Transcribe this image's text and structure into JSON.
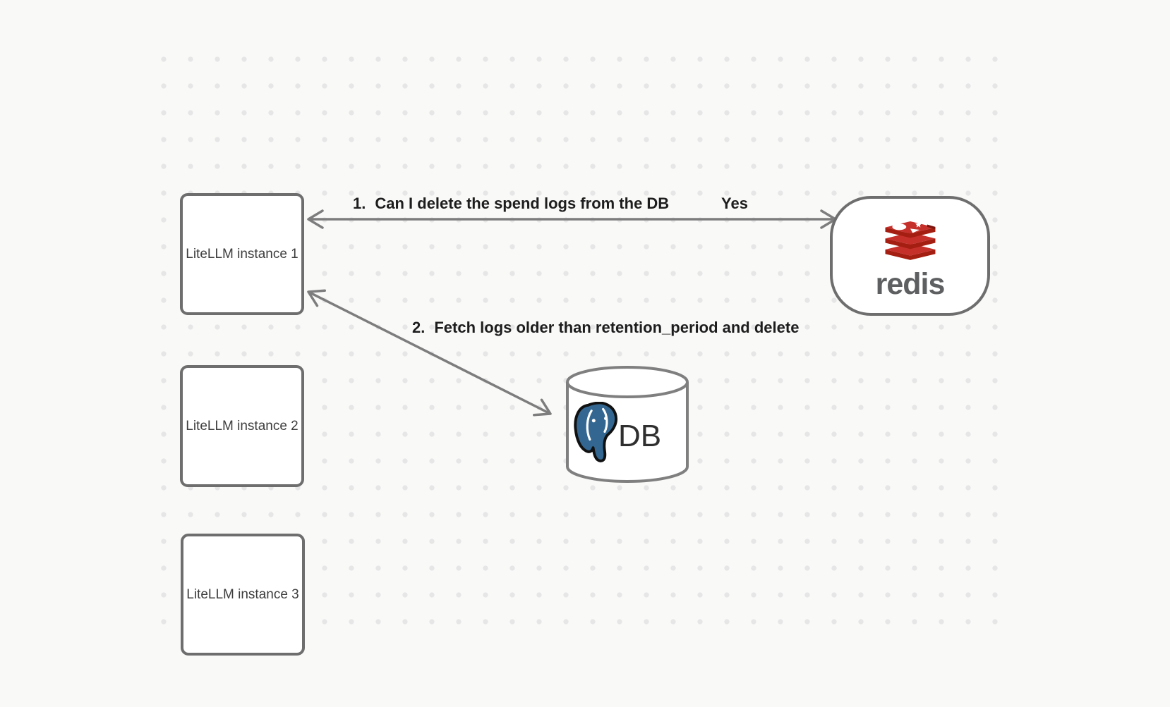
{
  "diagram": {
    "background_color": "#f9f9f8",
    "grid_dot_color": "#e6e6e6",
    "shape_stroke_color": "#6e6e6e",
    "arrow_color": "#7d7d7d",
    "label_text_color": "#1d1d1d",
    "boxes": [
      {
        "label": "LiteLLM instance 1"
      },
      {
        "label": "LiteLLM instance 2"
      },
      {
        "label": "LiteLLM instance 3"
      }
    ],
    "redis": {
      "wordmark": "redis",
      "logo_icon": "redis-logo",
      "logo_red": "#c6302b",
      "logo_dark_red": "#a41e11",
      "wordmark_color": "#5d5f61"
    },
    "database": {
      "label": "DB",
      "logo_icon": "postgresql-logo",
      "logo_blue": "#336791"
    },
    "edge1": {
      "number": "1.",
      "text": "Can I delete the spend logs from the DB",
      "reply": "Yes"
    },
    "edge2": {
      "number": "2.",
      "text": "Fetch logs older than retention_period and delete"
    }
  }
}
